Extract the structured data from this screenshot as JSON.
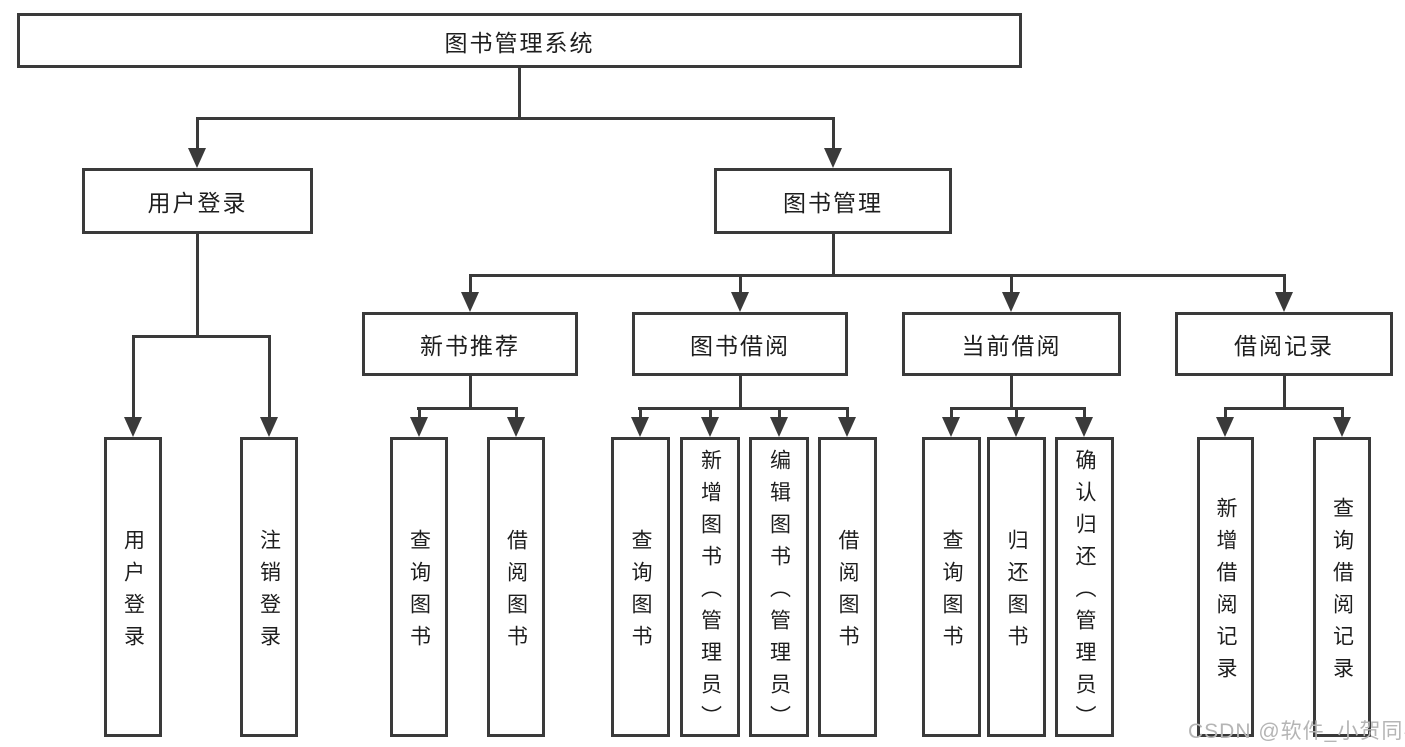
{
  "tree": {
    "root": "图书管理系统",
    "branches": [
      {
        "label": "用户登录",
        "children": [
          "用户登录",
          "注销登录"
        ]
      },
      {
        "label": "图书管理",
        "groups": [
          {
            "label": "新书推荐",
            "children": [
              "查询图书",
              "借阅图书"
            ]
          },
          {
            "label": "图书借阅",
            "children": [
              "查询图书",
              "新增图书（管理员）",
              "编辑图书（管理员）",
              "借阅图书"
            ]
          },
          {
            "label": "当前借阅",
            "children": [
              "查询图书",
              "归还图书",
              "确认归还（管理员）"
            ]
          },
          {
            "label": "借阅记录",
            "children": [
              "新增借阅记录",
              "查询借阅记录"
            ]
          }
        ]
      }
    ]
  },
  "watermark": "CSDN @软件_小贺同学",
  "colors": {
    "line": "#3a3a3a",
    "text": "#1e1e1e",
    "watermark": "#b5b5b5",
    "bg": "#ffffff"
  }
}
